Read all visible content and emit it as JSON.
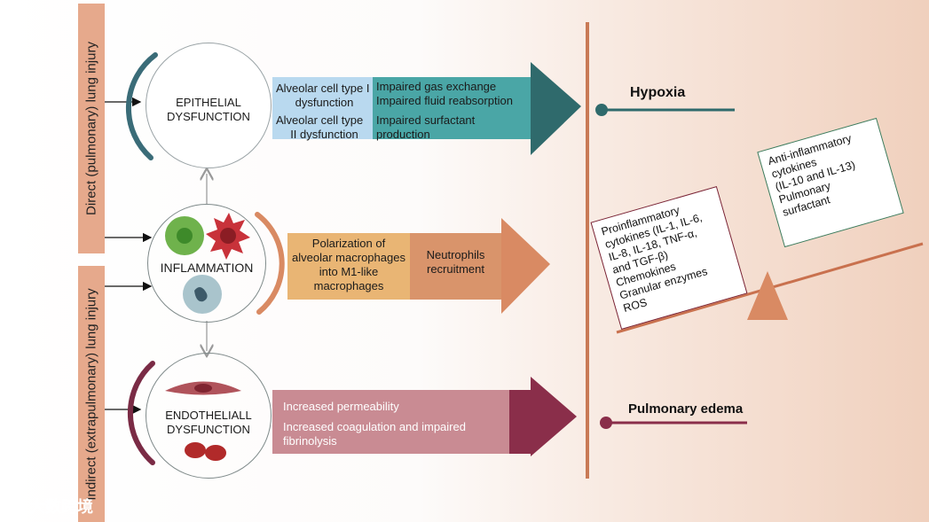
{
  "injury": {
    "direct": "Direct (pulmonary) lung injury",
    "indirect": "Indirect (extrapulmonary) lung injury"
  },
  "epithelial": {
    "label_line1": "EPITHELIAL",
    "label_line2": "DYSFUNCTION",
    "cause1_line1": "Alveolar  cell type I",
    "cause1_line2": "dysfunction",
    "cause2_line1": "Alveolar  cell type",
    "cause2_line2": "II dysfunction",
    "effect1": "Impaired gas exchange",
    "effect2": "Impaired fluid reabsorption",
    "effect3_line1": "Impaired surfactant",
    "effect3_line2": "production"
  },
  "inflammation": {
    "label": "INFLAMMATION",
    "cause_line1": "Polarization of",
    "cause_line2": "alveolar macrophages",
    "cause_line3": "into M1-like",
    "cause_line4": "macrophages",
    "effect_line1": "Neutrophils",
    "effect_line2": "recruitment"
  },
  "endothelial": {
    "label_line1": "ENDOTHELIALL",
    "label_line2": "DYSFUNCTION",
    "effect1": "Increased  permeability",
    "effect2_line1": "Increased coagulation and impaired",
    "effect2_line2": "fibrinolysis"
  },
  "outcomes": {
    "hypoxia": "Hypoxia",
    "edema": "Pulmonary edema"
  },
  "balance": {
    "pro": [
      "Proinflammatory",
      "cytokines (IL-1, IL-6,",
      "IL-8, IL-18, TNF-α,",
      "and TGF-β)",
      "Chemokines",
      "Granular enzymes",
      "ROS"
    ],
    "anti": [
      "Anti-inflammatory",
      "cytokines",
      "(IL-10 and IL-13)",
      "Pulmonary",
      "surfactant"
    ]
  },
  "watermark": "大数跨境",
  "colors": {
    "injury_bar": "#e6a98c",
    "epithelial_arrow": "#2f7e7a",
    "epithelial_blue": "#b9d9ef",
    "inflammation_arrow": "#d98a63",
    "inflammation_box": "#e9b574",
    "endothelial_arrow": "#8a2e4a",
    "endothelial_box": "#c98b93",
    "balance": "#c9714e"
  }
}
